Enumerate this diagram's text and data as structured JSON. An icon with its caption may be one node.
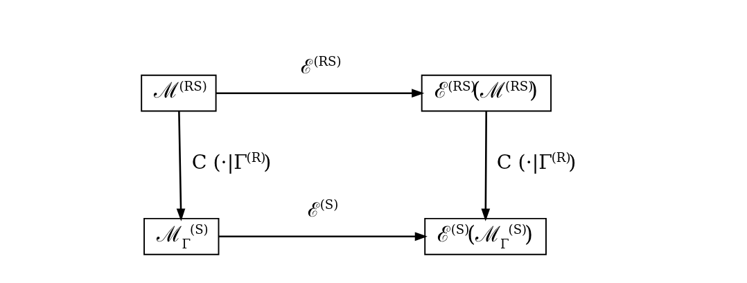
{
  "diagram": {
    "nodes": [
      {
        "text": [
          "ℳ$^{(RS)}$"
        ]
      },
      {
        "text": [
          "ℰ$^{(RS)}$(ℳ$^{(RS)}$)"
        ]
      },
      {
        "text": [
          "ℳ$_{Γ}$$^{(S)}$"
        ]
      },
      {
        "text": [
          "ℰ$^{(S)}$(ℳ$_{Γ}$$^{(S)}$)"
        ]
      }
    ],
    "edges": [
      {
        "from": 0,
        "to": 1,
        "arrow": "to",
        "label": "ℰ$^{(RS)}$"
      },
      {
        "from": 0,
        "to": 2,
        "arrow": "to",
        "label": "C (·|Γ$^{(R)}$)"
      },
      {
        "from": 1,
        "to": 3,
        "arrow": "to",
        "label": "C (·|Γ$^{(R)}$)"
      },
      {
        "from": 2,
        "to": 3,
        "arrow": "to",
        "label": "ℰ$^{(S)}$"
      }
    ]
  }
}
